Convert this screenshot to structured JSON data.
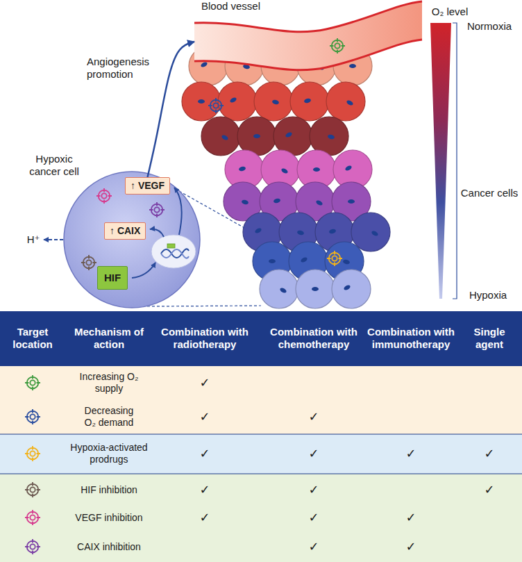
{
  "diagram": {
    "nodes": [
      {
        "text": [
          "Blood vessel"
        ]
      },
      {
        "text": [
          "Hypoxic cancer cell"
        ]
      },
      {
        "text": [
          "↑ VEGF"
        ],
        "in": 1
      },
      {
        "text": [
          "↑ CAIX"
        ],
        "in": 1
      },
      {
        "text": [
          "HIF"
        ],
        "in": 1
      }
    ],
    "edges": [
      {
        "from": 2,
        "to": 0,
        "arrow": "to",
        "label": "Angiogenesis promotion"
      }
    ],
    "labels": [
      "H⁺",
      "O₂ level",
      "Normoxia",
      "Cancer cells",
      "Hypoxia",
      "Target location",
      "Mechanism of action",
      "Combination with radiotherapy",
      "Combination with chemotherapy",
      "Combination with immunotherapy",
      "Single agent",
      "Increasing O₂ supply",
      "✓",
      "Decreasing O₂ demand",
      "✓",
      "✓",
      "Hypoxia-activated prodrugs",
      "✓",
      "✓",
      "✓",
      "✓",
      "HIF inhibition",
      "✓",
      "✓",
      "✓",
      "VEGF inhibition",
      "✓",
      "✓",
      "✓",
      "CAIX inhibition",
      "✓",
      "✓"
    ]
  }
}
